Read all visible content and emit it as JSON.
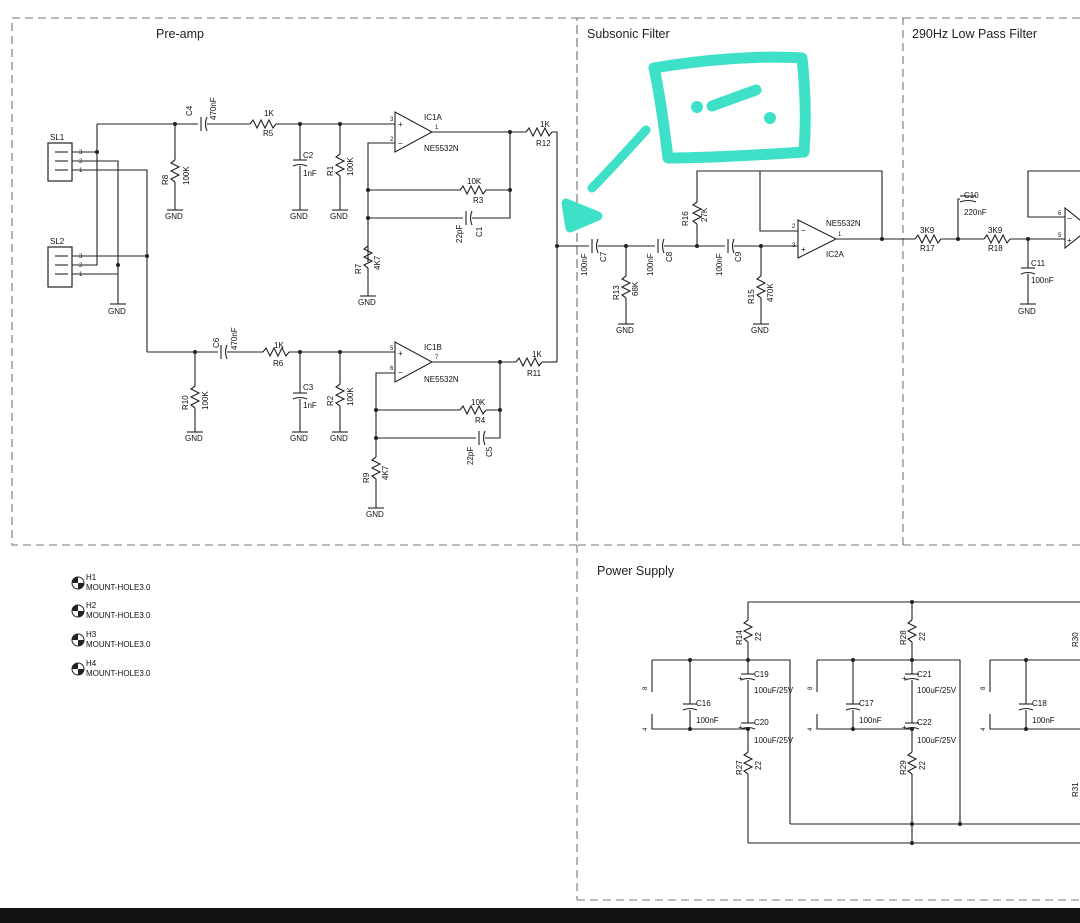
{
  "sections": {
    "preamp": "Pre-amp",
    "subsonic": "Subsonic Filter",
    "lowpass": "290Hz Low Pass Filter",
    "power": "Power Supply"
  },
  "connectors": [
    {
      "ref": "SL1",
      "pins": [
        "3",
        "2",
        "1"
      ]
    },
    {
      "ref": "SL2",
      "pins": [
        "3",
        "2",
        "1"
      ]
    }
  ],
  "gnd": "GND",
  "opamps": [
    {
      "ref": "IC1A",
      "part": "NE5532N"
    },
    {
      "ref": "IC1B",
      "part": "NE5532N"
    },
    {
      "ref": "IC2A",
      "part": "NE5532N"
    }
  ],
  "resistors": [
    {
      "ref": "R5",
      "value": "1K"
    },
    {
      "ref": "R8",
      "value": "100K"
    },
    {
      "ref": "R1",
      "value": "100K"
    },
    {
      "ref": "R3",
      "value": "10K"
    },
    {
      "ref": "R7",
      "value": "4K7"
    },
    {
      "ref": "R12",
      "value": "1K"
    },
    {
      "ref": "R6",
      "value": "1K"
    },
    {
      "ref": "R10",
      "value": "100K"
    },
    {
      "ref": "R2",
      "value": "100K"
    },
    {
      "ref": "R4",
      "value": "10K"
    },
    {
      "ref": "R9",
      "value": "4K7"
    },
    {
      "ref": "R11",
      "value": "1K"
    },
    {
      "ref": "R16",
      "value": "27K"
    },
    {
      "ref": "R13",
      "value": "68K"
    },
    {
      "ref": "R15",
      "value": "470K"
    },
    {
      "ref": "R17",
      "value": "3K9"
    },
    {
      "ref": "R18",
      "value": "3K9"
    },
    {
      "ref": "R14",
      "value": "22"
    },
    {
      "ref": "R27",
      "value": "22"
    },
    {
      "ref": "R28",
      "value": "22"
    },
    {
      "ref": "R29",
      "value": "22"
    },
    {
      "ref": "R30",
      "value": ""
    },
    {
      "ref": "R31",
      "value": ""
    }
  ],
  "capacitors": [
    {
      "ref": "C4",
      "value": "470nF"
    },
    {
      "ref": "C2",
      "value": "1nF"
    },
    {
      "ref": "C1",
      "value": "22pF"
    },
    {
      "ref": "C6",
      "value": "470nF"
    },
    {
      "ref": "C3",
      "value": "1nF"
    },
    {
      "ref": "C5",
      "value": "22pF"
    },
    {
      "ref": "C7",
      "value": "100nF"
    },
    {
      "ref": "C8",
      "value": "100nF"
    },
    {
      "ref": "C9",
      "value": "100nF"
    },
    {
      "ref": "C10",
      "value": "220nF"
    },
    {
      "ref": "C11",
      "value": "100nF"
    },
    {
      "ref": "C16",
      "value": "100nF"
    },
    {
      "ref": "C17",
      "value": "100nF"
    },
    {
      "ref": "C18",
      "value": "100nF"
    },
    {
      "ref": "C19",
      "value": "100uF/25V"
    },
    {
      "ref": "C20",
      "value": "100uF/25V"
    },
    {
      "ref": "C21",
      "value": "100uF/25V"
    },
    {
      "ref": "C22",
      "value": "100uF/25V"
    }
  ],
  "mount_holes": [
    {
      "ref": "H1",
      "part": "MOUNT-HOLE3.0"
    },
    {
      "ref": "H2",
      "part": "MOUNT-HOLE3.0"
    },
    {
      "ref": "H3",
      "part": "MOUNT-HOLE3.0"
    },
    {
      "ref": "H4",
      "part": "MOUNT-HOLE3.0"
    }
  ],
  "lowpass_pins": [
    "6",
    "5"
  ],
  "power_pins": [
    "8",
    "4"
  ],
  "annotation_color": "#3fe0c8"
}
